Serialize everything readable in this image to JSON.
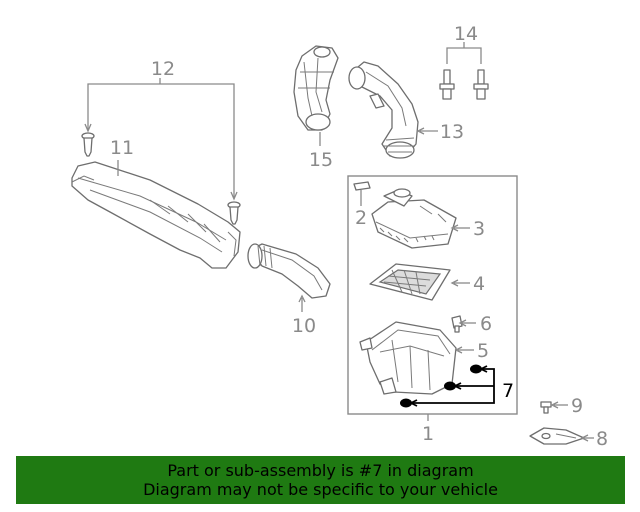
{
  "callouts": {
    "c1": "1",
    "c2": "2",
    "c3": "3",
    "c4": "4",
    "c5": "5",
    "c6": "6",
    "c7": "7",
    "c8": "8",
    "c9": "9",
    "c10": "10",
    "c11": "11",
    "c12": "12",
    "c13": "13",
    "c14": "14",
    "c15": "15"
  },
  "highlighted_part": "7",
  "colors": {
    "banner": "#1f7a12",
    "active": "#000000",
    "inactive": "#8a8a8a"
  },
  "banner": {
    "line1": "Part or sub-assembly is #7 in diagram",
    "line2": "Diagram may not be specific to your vehicle"
  }
}
